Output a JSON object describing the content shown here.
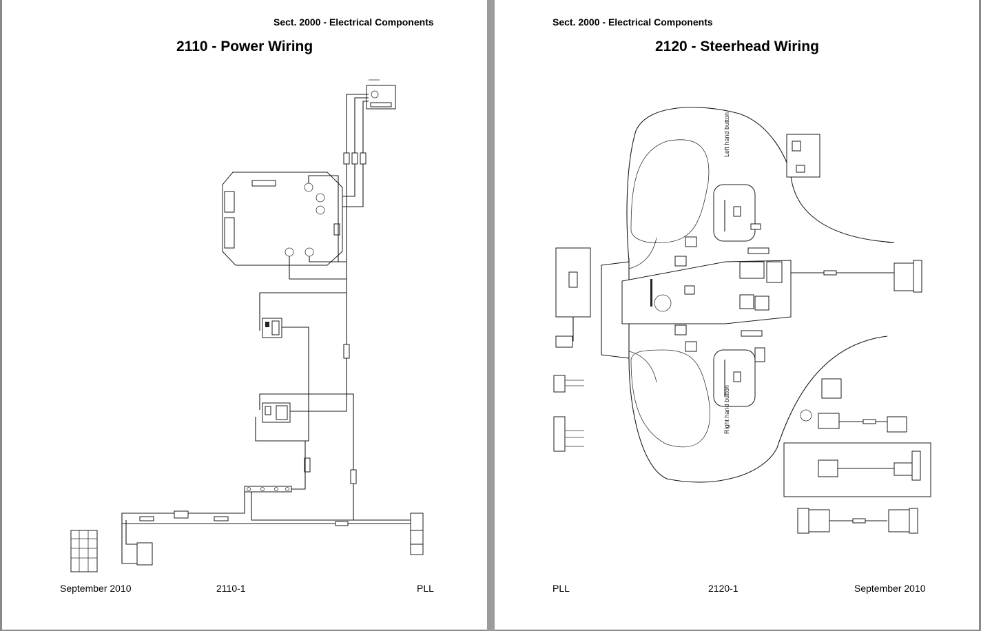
{
  "left_page": {
    "section_header": "Sect. 2000 - Electrical Components",
    "title": "2110 - Power Wiring",
    "footer": {
      "left": "September 2010",
      "center": "2110-1",
      "right": "PLL"
    }
  },
  "right_page": {
    "section_header": "Sect. 2000 - Electrical Components",
    "title": "2120 - Steerhead Wiring",
    "footer": {
      "left": "PLL",
      "center": "2120-1",
      "right": "September 2010"
    },
    "diagram_labels": {
      "left_hand_button": "Left hand button",
      "right_hand_button": "Right hand button"
    }
  }
}
